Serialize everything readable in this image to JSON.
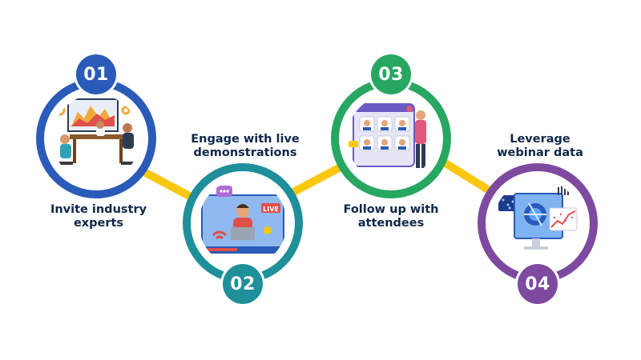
{
  "steps": [
    {
      "number": "01",
      "label_lines": [
        "Invite industry",
        "experts"
      ],
      "color": "#2a5bb8",
      "illustration": "meeting-table-icon"
    },
    {
      "number": "02",
      "label_lines": [
        "Engage with live",
        "demonstrations"
      ],
      "color": "#1f8f9a",
      "illustration": "live-stream-icon"
    },
    {
      "number": "03",
      "label_lines": [
        "Follow up with",
        "attendees"
      ],
      "color": "#27a761",
      "illustration": "video-call-icon"
    },
    {
      "number": "04",
      "label_lines": [
        "Leverage",
        "webinar data"
      ],
      "color": "#7e4aa0",
      "illustration": "data-dashboard-icon"
    }
  ],
  "connector_color": "#f9c80e",
  "live_badge_text": "LIVE"
}
